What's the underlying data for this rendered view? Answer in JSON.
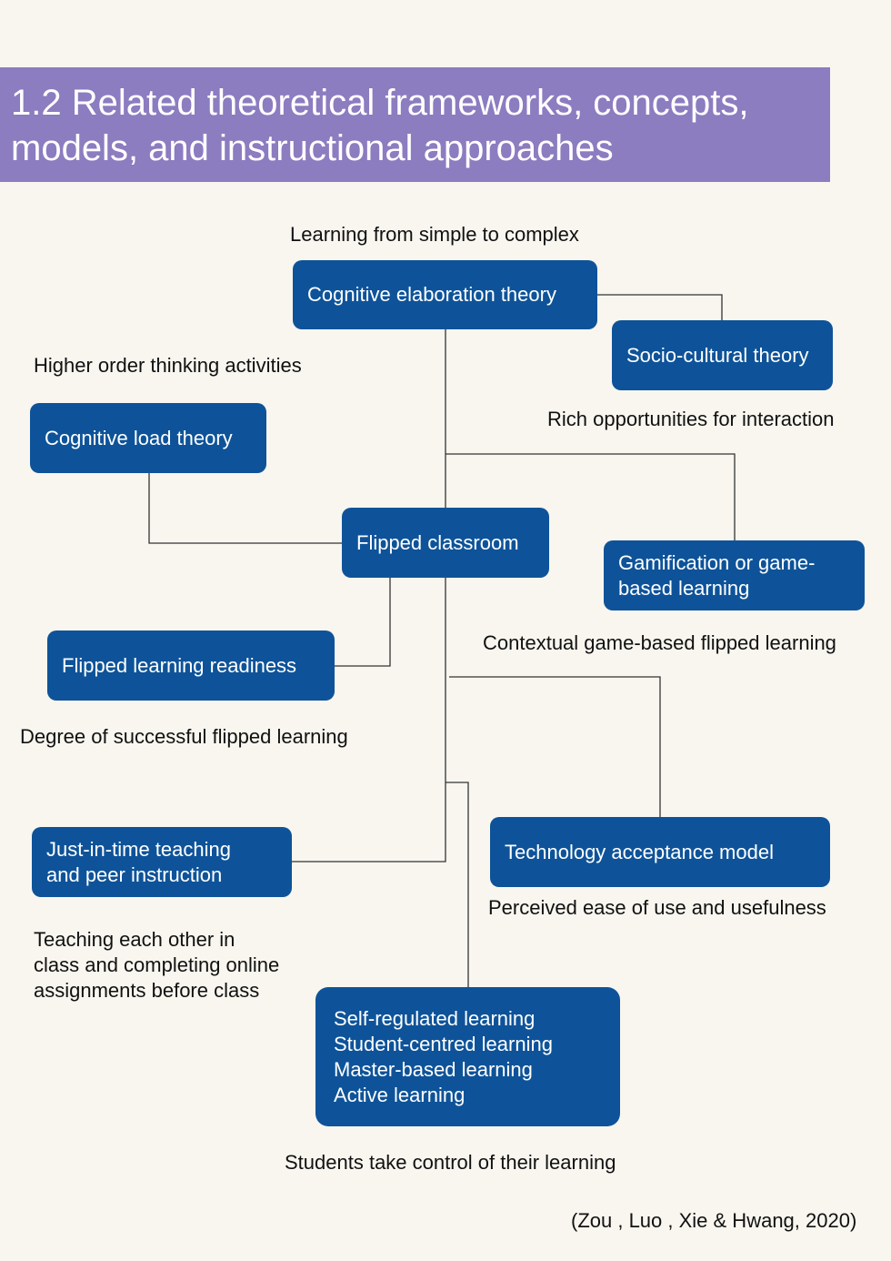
{
  "title": {
    "line1": "1.2 Related theoretical frameworks, concepts,",
    "line2": "models, and instructional approaches"
  },
  "nodes": {
    "cognitive_elaboration": "Cognitive elaboration theory",
    "socio_cultural": "Socio-cultural theory",
    "cognitive_load": "Cognitive load theory",
    "flipped_classroom": "Flipped classroom",
    "gamification": {
      "line1": "Gamification or game-",
      "line2": "based learning"
    },
    "flipped_readiness": "Flipped learning readiness",
    "just_in_time": {
      "line1": "Just-in-time teaching",
      "line2": "and peer instruction"
    },
    "tam": "Technology acceptance model",
    "learning_types": [
      "Self-regulated learning",
      "Student-centred learning",
      "Master-based learning",
      "Active learning"
    ]
  },
  "notes": {
    "simple_to_complex": "Learning from simple to complex",
    "higher_order": "Higher order thinking activities",
    "rich_interaction": "Rich opportunities for interaction",
    "contextual_game": "Contextual game-based flipped learning",
    "degree_success": "Degree of successful flipped learning",
    "teaching_each_other": [
      "Teaching each other in",
      "class and completing online",
      "assignments before class"
    ],
    "ease_of_use": "Perceived ease of use and usefulness",
    "take_control": "Students take control of their learning"
  },
  "citation": "(Zou , Luo , Xie & Hwang, 2020)",
  "colors": {
    "banner": "#8c7cc0",
    "node": "#0e5399",
    "background": "#f8f6ef",
    "connector": "#333333"
  }
}
